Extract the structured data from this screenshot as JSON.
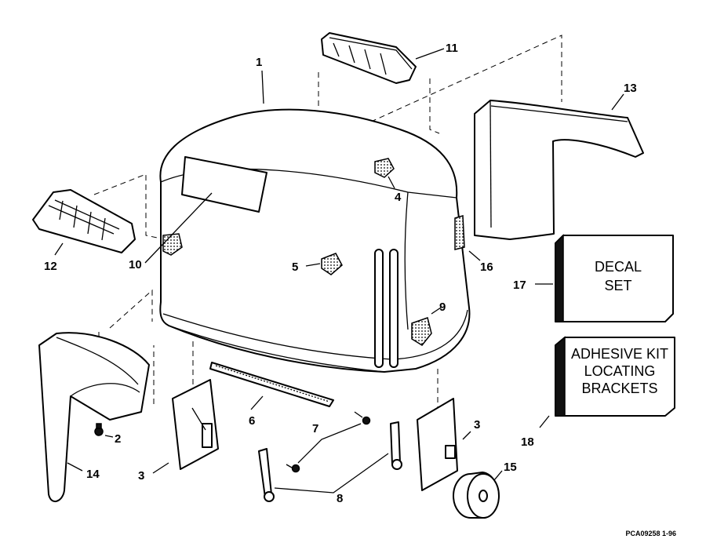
{
  "callouts": [
    {
      "id": "1",
      "text": "1"
    },
    {
      "id": "2",
      "text": "2"
    },
    {
      "id": "3a",
      "text": "3"
    },
    {
      "id": "3b",
      "text": "3"
    },
    {
      "id": "4",
      "text": "4"
    },
    {
      "id": "5",
      "text": "5"
    },
    {
      "id": "6",
      "text": "6"
    },
    {
      "id": "7",
      "text": "7"
    },
    {
      "id": "8",
      "text": "8"
    },
    {
      "id": "9",
      "text": "9"
    },
    {
      "id": "10",
      "text": "10"
    },
    {
      "id": "11",
      "text": "11"
    },
    {
      "id": "12",
      "text": "12"
    },
    {
      "id": "13",
      "text": "13"
    },
    {
      "id": "14",
      "text": "14"
    },
    {
      "id": "15",
      "text": "15"
    },
    {
      "id": "16",
      "text": "16"
    },
    {
      "id": "17",
      "text": "17"
    },
    {
      "id": "18",
      "text": "18"
    }
  ],
  "decal_box": {
    "lines": [
      "DECAL",
      "SET"
    ]
  },
  "adhesive_box": {
    "lines": [
      "ADHESIVE KIT",
      "LOCATING",
      "BRACKETS"
    ]
  },
  "reference_code": "PCA09258  1-96"
}
